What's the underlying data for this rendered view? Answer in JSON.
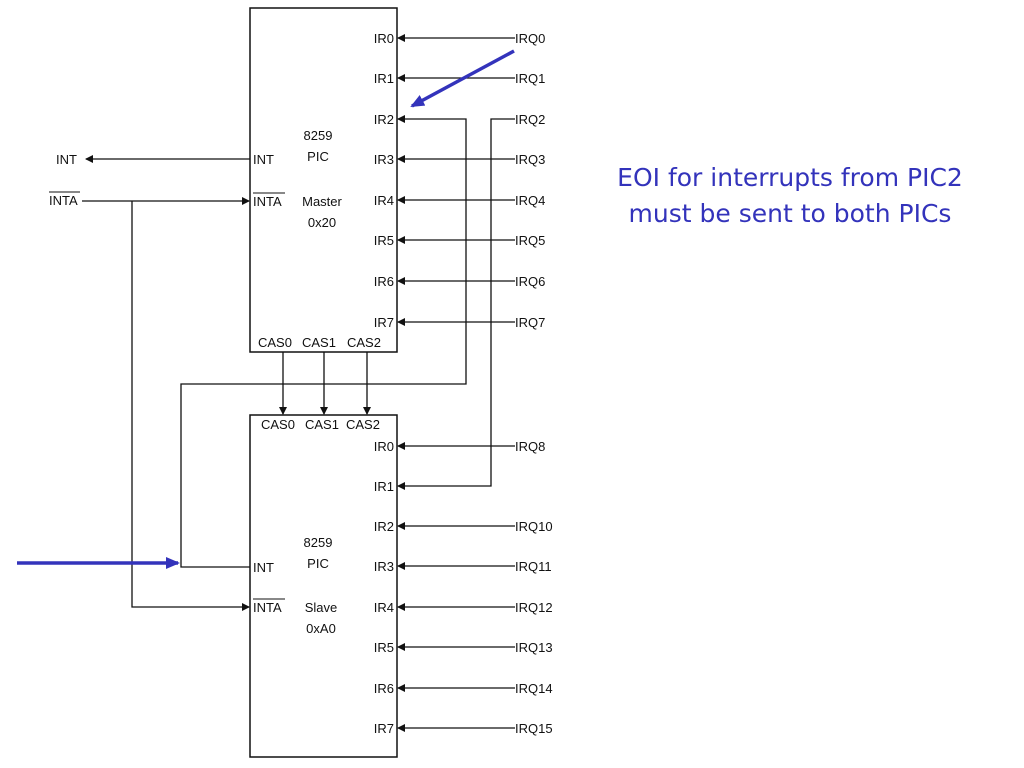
{
  "master": {
    "chip": "8259",
    "type": "PIC",
    "role": "Master",
    "address": "0x20",
    "int_pin": "INT",
    "inta_pin": "INTA",
    "ir_pins": [
      "IR0",
      "IR1",
      "IR2",
      "IR3",
      "IR4",
      "IR5",
      "IR6",
      "IR7"
    ],
    "cas_pins": [
      "CAS0",
      "CAS1",
      "CAS2"
    ],
    "irq_lines": [
      "IRQ0",
      "IRQ1",
      "IRQ2",
      "IRQ3",
      "IRQ4",
      "IRQ5",
      "IRQ6",
      "IRQ7"
    ]
  },
  "slave": {
    "chip": "8259",
    "type": "PIC",
    "role": "Slave",
    "address": "0xA0",
    "int_pin": "INT",
    "inta_pin": "INTA",
    "ir_pins": [
      "IR0",
      "IR1",
      "IR2",
      "IR3",
      "IR4",
      "IR5",
      "IR6",
      "IR7"
    ],
    "cas_pins": [
      "CAS0",
      "CAS1",
      "CAS2"
    ],
    "irq_lines": [
      "IRQ8",
      "",
      "IRQ10",
      "IRQ11",
      "IRQ12",
      "IRQ13",
      "IRQ14",
      "IRQ15"
    ]
  },
  "external": {
    "int_out": "INT",
    "inta_in": "INTA"
  },
  "caption": {
    "line1": "EOI for interrupts from PIC2",
    "line2": "must be sent to both PICs"
  },
  "colors": {
    "line": "#111111",
    "highlight": "#3333bb"
  }
}
